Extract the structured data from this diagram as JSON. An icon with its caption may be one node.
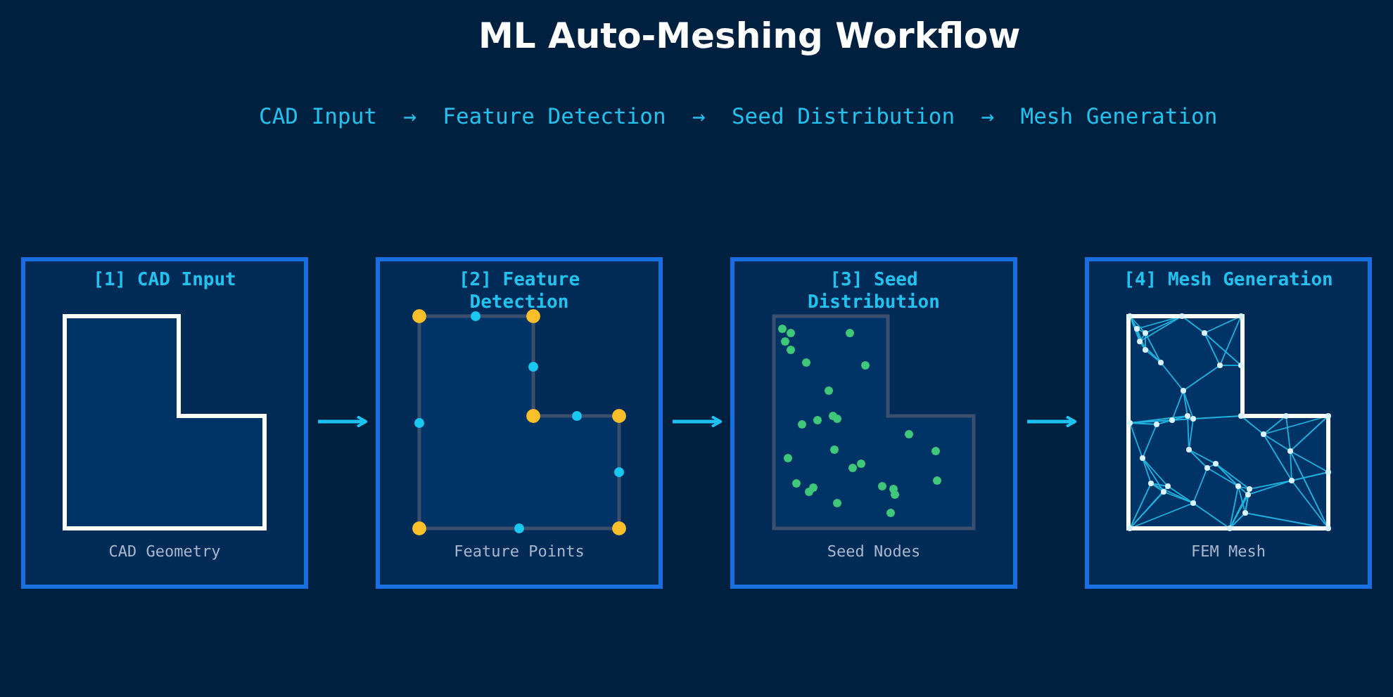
{
  "diagram": {
    "title": "ML Auto-Meshing Workflow",
    "nodes": [
      {
        "text": [
          "[1] CAD Input",
          "CAD Geometry"
        ]
      },
      {
        "text": [
          "[2] Feature Detection",
          "Feature Points"
        ]
      },
      {
        "text": [
          "[3] Seed Distribution",
          "Seed Nodes"
        ]
      },
      {
        "text": [
          "[4] Mesh Generation",
          "FEM Mesh"
        ]
      }
    ],
    "edges": [
      {
        "from": 0,
        "to": 1,
        "arrow": "to"
      },
      {
        "from": 1,
        "to": 2,
        "arrow": "to"
      },
      {
        "from": 2,
        "to": 3,
        "arrow": "to"
      }
    ],
    "labels": [
      "CAD Input  →  Feature Detection  →  Seed Distribution  →  Mesh Generation"
    ]
  }
}
